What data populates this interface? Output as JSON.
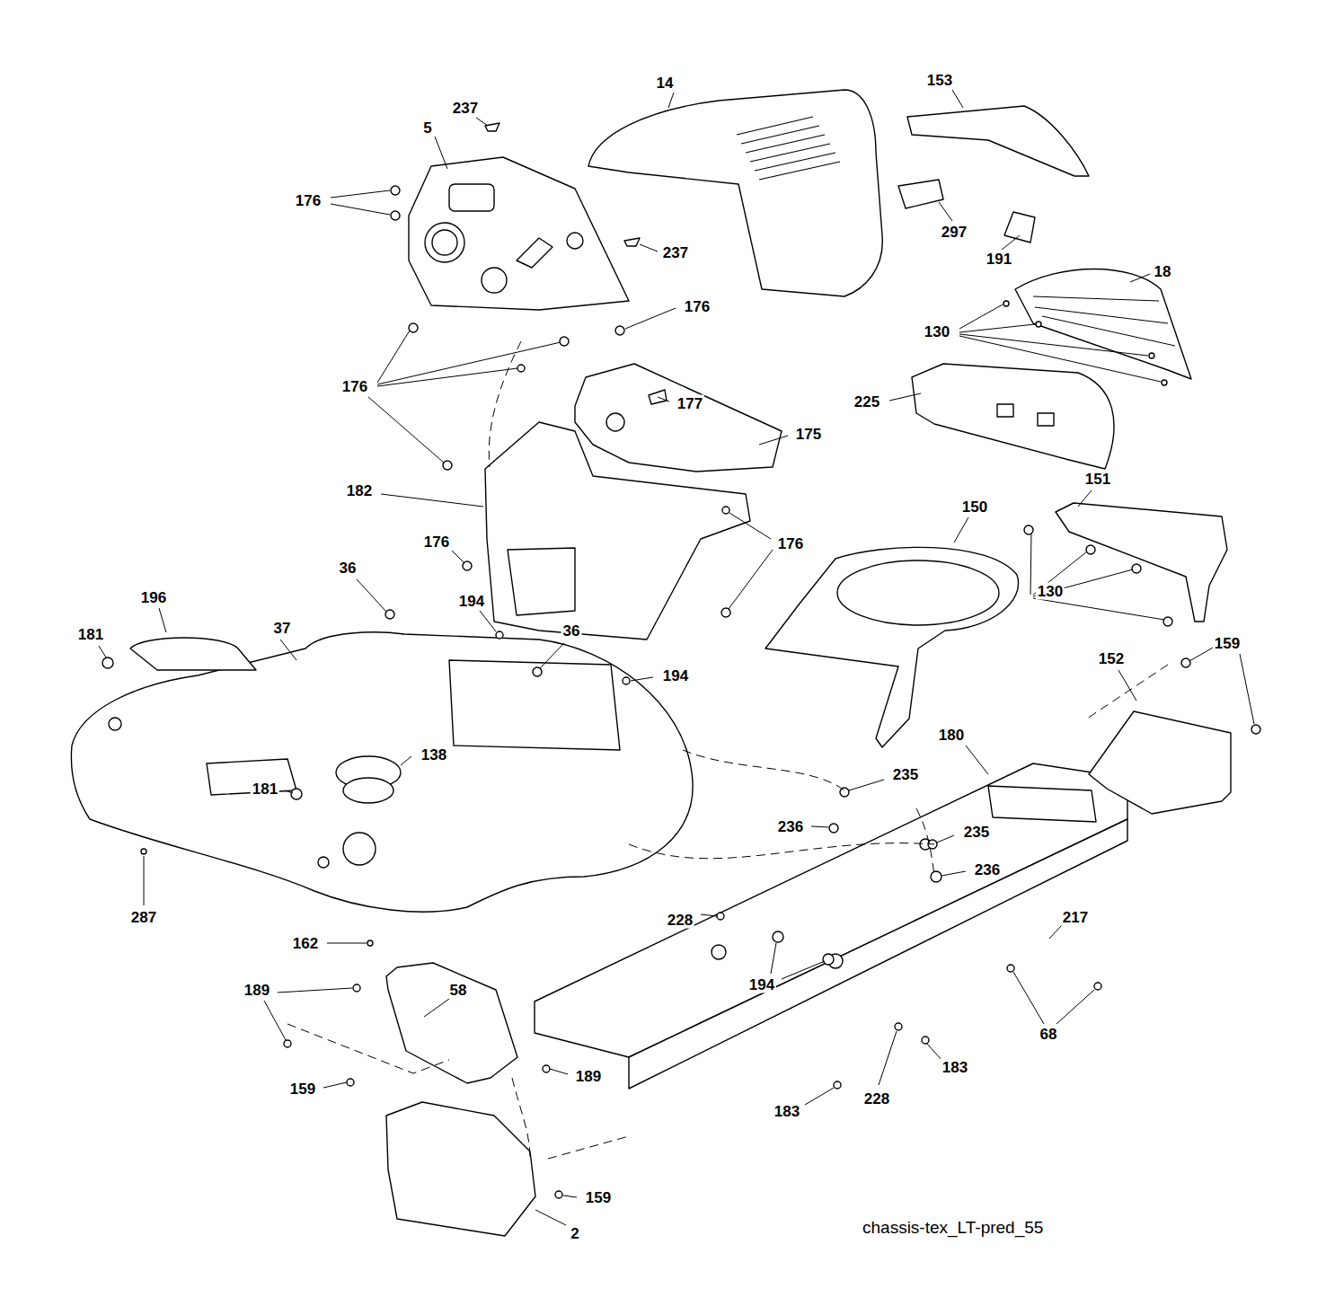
{
  "diagram": {
    "caption": "chassis-tex_LT-pred_55",
    "labels": [
      "237",
      "14",
      "153",
      "5",
      "176",
      "237",
      "297",
      "191",
      "18",
      "176",
      "130",
      "176",
      "177",
      "175",
      "225",
      "182",
      "150",
      "151",
      "176",
      "176",
      "36",
      "130",
      "196",
      "194",
      "181",
      "37",
      "36",
      "194",
      "152",
      "159",
      "180",
      "138",
      "181",
      "235",
      "236",
      "235",
      "236",
      "287",
      "228",
      "217",
      "162",
      "194",
      "189",
      "58",
      "68",
      "189",
      "183",
      "159",
      "228",
      "183",
      "159",
      "2"
    ]
  }
}
